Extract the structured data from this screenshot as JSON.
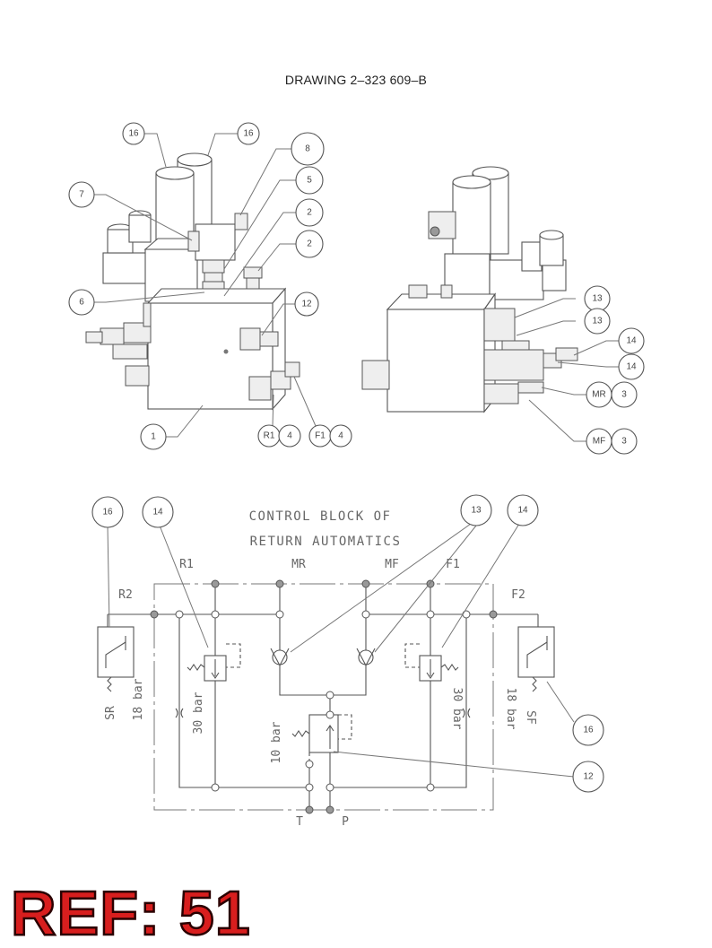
{
  "document": {
    "title": "DRAWING 2–323 609–B",
    "ref_label": "REF: 51"
  },
  "assembly_view_left": {
    "callouts": [
      "16",
      "16",
      "8",
      "5",
      "2",
      "2",
      "7",
      "6",
      "12",
      "1",
      "R1",
      "4",
      "F1",
      "4"
    ]
  },
  "assembly_view_right": {
    "callouts": [
      "13",
      "13",
      "14",
      "14",
      "MR",
      "3",
      "MF",
      "3"
    ]
  },
  "schematic": {
    "title_line1": "CONTROL BLOCK OF",
    "title_line2": "RETURN AUTOMATICS",
    "ports": {
      "R1": "R1",
      "MR": "MR",
      "MF": "MF",
      "F1": "F1",
      "R2": "R2",
      "F2": "F2",
      "T": "T",
      "P": "P"
    },
    "callouts": [
      "16",
      "14",
      "13",
      "14",
      "16",
      "12"
    ],
    "labels": {
      "left_sensor": "SR",
      "right_sensor": "SF",
      "left_sensor_pressure": "18 bar",
      "right_sensor_pressure": "18 bar",
      "left_relief_pressure": "30 bar",
      "right_relief_pressure": "30 bar",
      "center_relief_pressure": "10 bar"
    }
  }
}
